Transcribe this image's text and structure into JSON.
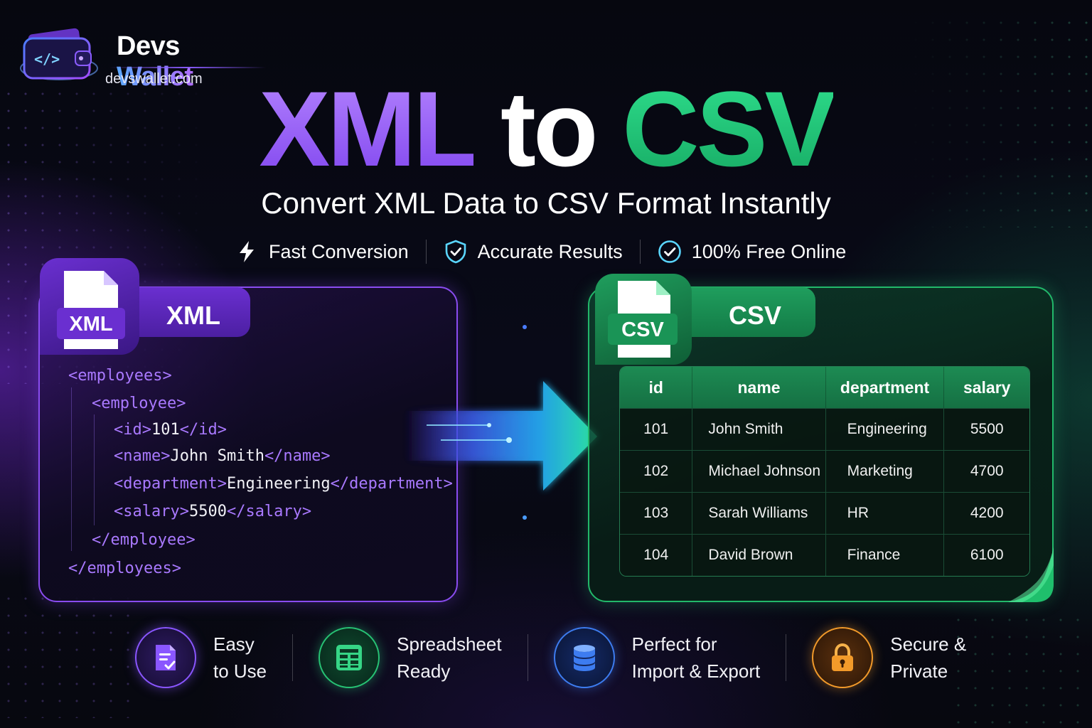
{
  "brand": {
    "name_part1": "Devs",
    "name_part2": "Wallet",
    "url": "devswallet.com",
    "logo_icon": "code-wallet-icon"
  },
  "title": {
    "part1": "XML",
    "part2": "to",
    "part3": "CSV"
  },
  "subtitle": "Convert XML Data to CSV Format Instantly",
  "features": [
    {
      "icon": "lightning-icon",
      "label": "Fast Conversion"
    },
    {
      "icon": "shield-check-icon",
      "label": "Accurate Results"
    },
    {
      "icon": "check-circle-icon",
      "label": "100% Free Online"
    }
  ],
  "xml_panel": {
    "tab_label": "XML",
    "file_badge": "XML",
    "code": {
      "l1_open": "<employees>",
      "l2_open": "<employee>",
      "id_open": "<id>",
      "id_val": "101",
      "id_close": "</id>",
      "name_open": "<name>",
      "name_val": "John Smith",
      "name_close": "</name>",
      "dept_open": "<department>",
      "dept_val": "Engineering",
      "dept_close": "</department>",
      "sal_open": "<salary>",
      "sal_val": "5500",
      "sal_close": "</salary>",
      "l2_close": "</employee>",
      "l1_close": "</employees>"
    }
  },
  "csv_panel": {
    "tab_label": "CSV",
    "file_badge": "CSV",
    "headers": [
      "id",
      "name",
      "department",
      "salary"
    ],
    "rows": [
      [
        "101",
        "John Smith",
        "Engineering",
        "5500"
      ],
      [
        "102",
        "Michael Johnson",
        "Marketing",
        "4700"
      ],
      [
        "103",
        "Sarah Williams",
        "HR",
        "4200"
      ],
      [
        "104",
        "David Brown",
        "Finance",
        "6100"
      ]
    ]
  },
  "benefits": [
    {
      "icon": "document-check-icon",
      "line1": "Easy",
      "line2": "to Use"
    },
    {
      "icon": "spreadsheet-icon",
      "line1": "Spreadsheet",
      "line2": "Ready"
    },
    {
      "icon": "database-icon",
      "line1": "Perfect for",
      "line2": "Import & Export"
    },
    {
      "icon": "padlock-icon",
      "line1": "Secure &",
      "line2": "Private"
    }
  ],
  "colors": {
    "xml_purple": "#8a4cf0",
    "csv_green": "#22b86a",
    "background": "#07080f"
  }
}
